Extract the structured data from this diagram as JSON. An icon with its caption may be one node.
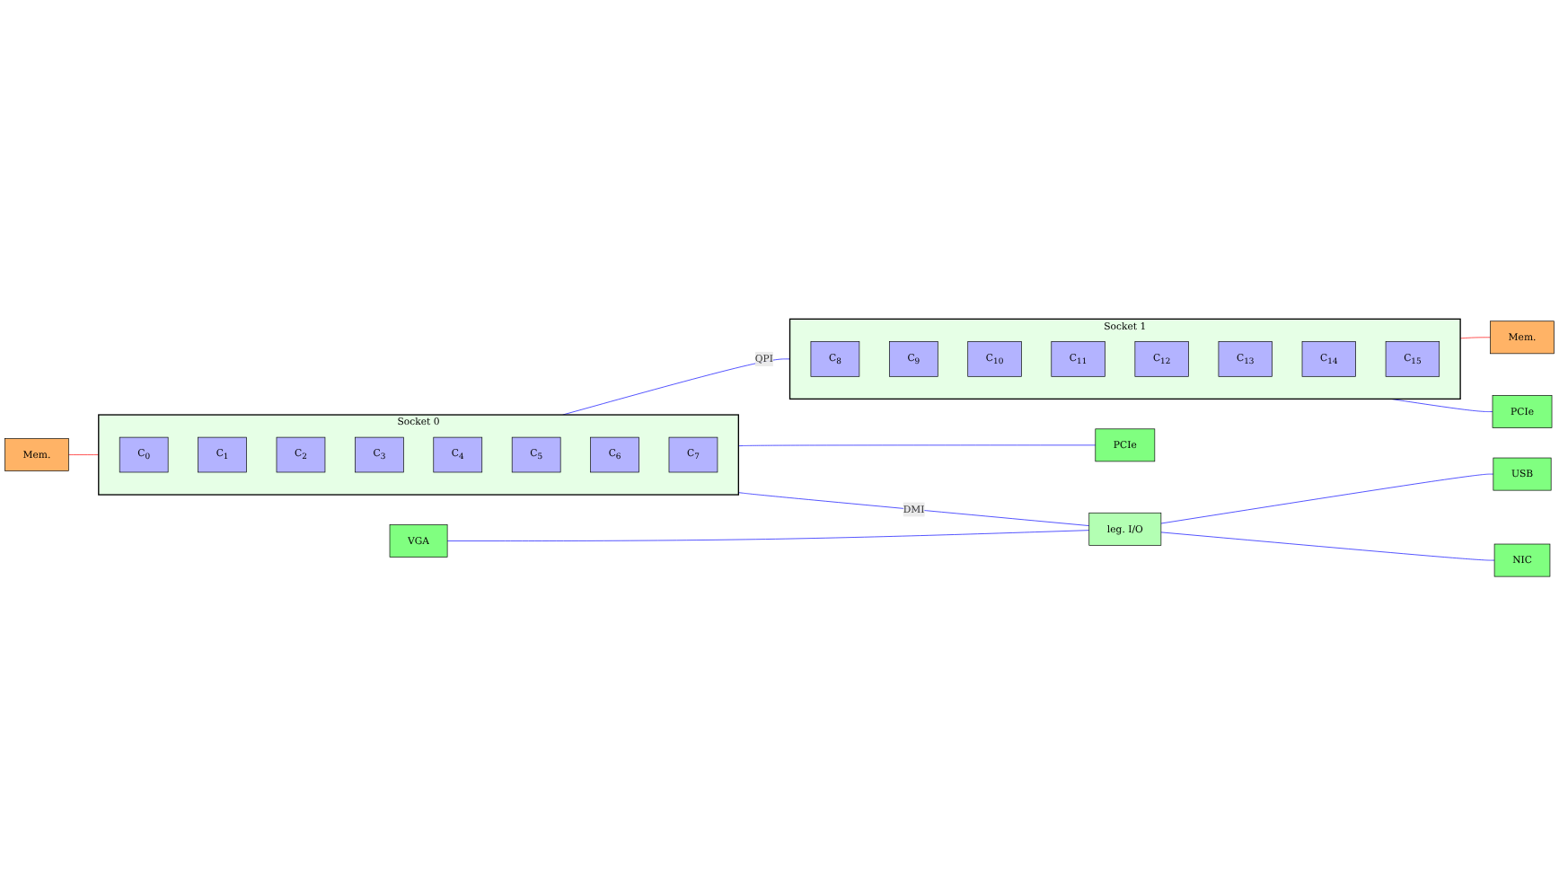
{
  "diagram": {
    "nodes": [
      {
        "text": [
          "Mem."
        ]
      },
      {
        "text": [
          "Socket 0"
        ]
      },
      {
        "text": [
          "C$_{0}$"
        ],
        "in": 1
      },
      {
        "text": [
          "C$_{1}$"
        ],
        "in": 1
      },
      {
        "text": [
          "C$_{2}$"
        ],
        "in": 1
      },
      {
        "text": [
          "C$_{3}$"
        ],
        "in": 1
      },
      {
        "text": [
          "C$_{4}$"
        ],
        "in": 1
      },
      {
        "text": [
          "C$_{5}$"
        ],
        "in": 1
      },
      {
        "text": [
          "C$_{6}$"
        ],
        "in": 1
      },
      {
        "text": [
          "C$_{7}$"
        ],
        "in": 1
      },
      {
        "text": [
          "Socket 1"
        ]
      },
      {
        "text": [
          "C$_{8}$"
        ],
        "in": 10
      },
      {
        "text": [
          "C$_{9}$"
        ],
        "in": 10
      },
      {
        "text": [
          "C$_{10}$"
        ],
        "in": 10
      },
      {
        "text": [
          "C$_{11}$"
        ],
        "in": 10
      },
      {
        "text": [
          "C$_{12}$"
        ],
        "in": 10
      },
      {
        "text": [
          "C$_{13}$"
        ],
        "in": 10
      },
      {
        "text": [
          "C$_{14}$"
        ],
        "in": 10
      },
      {
        "text": [
          "C$_{15}$"
        ],
        "in": 10
      },
      {
        "text": [
          "Mem."
        ]
      },
      {
        "text": [
          "PCIe"
        ]
      },
      {
        "text": [
          "PCIe"
        ]
      },
      {
        "text": [
          "leg. I/O"
        ]
      },
      {
        "text": [
          "USB"
        ]
      },
      {
        "text": [
          "VGA"
        ]
      },
      {
        "text": [
          "NIC"
        ]
      }
    ],
    "edges": [
      {
        "from": 0,
        "to": 1,
        "arrow": "none",
        "color": "#ff0000"
      },
      {
        "from": 1,
        "to": 10,
        "arrow": "none",
        "label": "QPI"
      },
      {
        "from": 10,
        "to": 19,
        "arrow": "none",
        "color": "#ff0000"
      },
      {
        "from": 1,
        "to": 20,
        "arrow": "none"
      },
      {
        "from": 1,
        "to": 22,
        "arrow": "none",
        "label": "DMI"
      },
      {
        "from": 10,
        "to": 21,
        "arrow": "none"
      },
      {
        "from": 22,
        "to": 23,
        "arrow": "none"
      },
      {
        "from": 24,
        "to": 22,
        "arrow": "none"
      },
      {
        "from": 22,
        "to": 25,
        "arrow": "none"
      }
    ]
  }
}
